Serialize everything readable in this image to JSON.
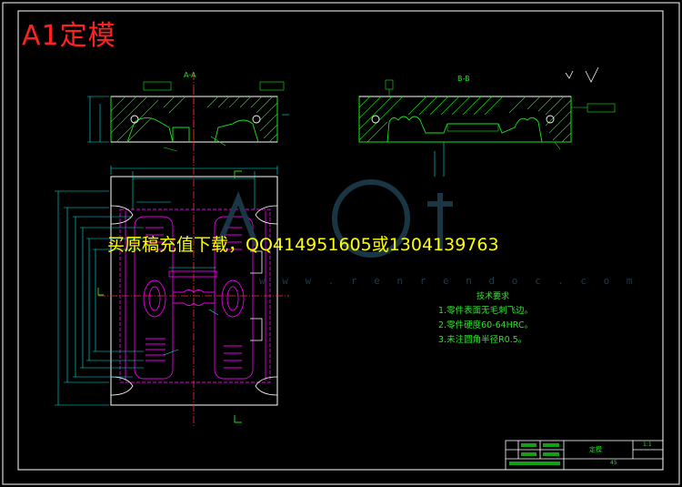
{
  "title": "A1定模",
  "banner": "买原稿充值下载，QQ414951605或1304139763",
  "watermark": "w w w . r e n r e n d o c . c o m",
  "section_a_label": "A-A",
  "section_b_label": "B-B",
  "tech_requirements": {
    "heading": "技术要求",
    "items": [
      "1.零件表面无毛刺飞边。",
      "2.零件硬度60-64HRC。",
      "3.未注圆角半径R0.5。"
    ]
  },
  "title_block": {
    "part_name": "定模",
    "scale": "1:1",
    "material": "45"
  },
  "colors": {
    "background": "#000000",
    "outline": "#ffffff",
    "section_geometry": "#19e619",
    "dimensions": "#00e5e5",
    "centerlines": "#ff3030",
    "cavities": "#e600e6",
    "banner": "#ffff00",
    "title": "#ff2020"
  }
}
